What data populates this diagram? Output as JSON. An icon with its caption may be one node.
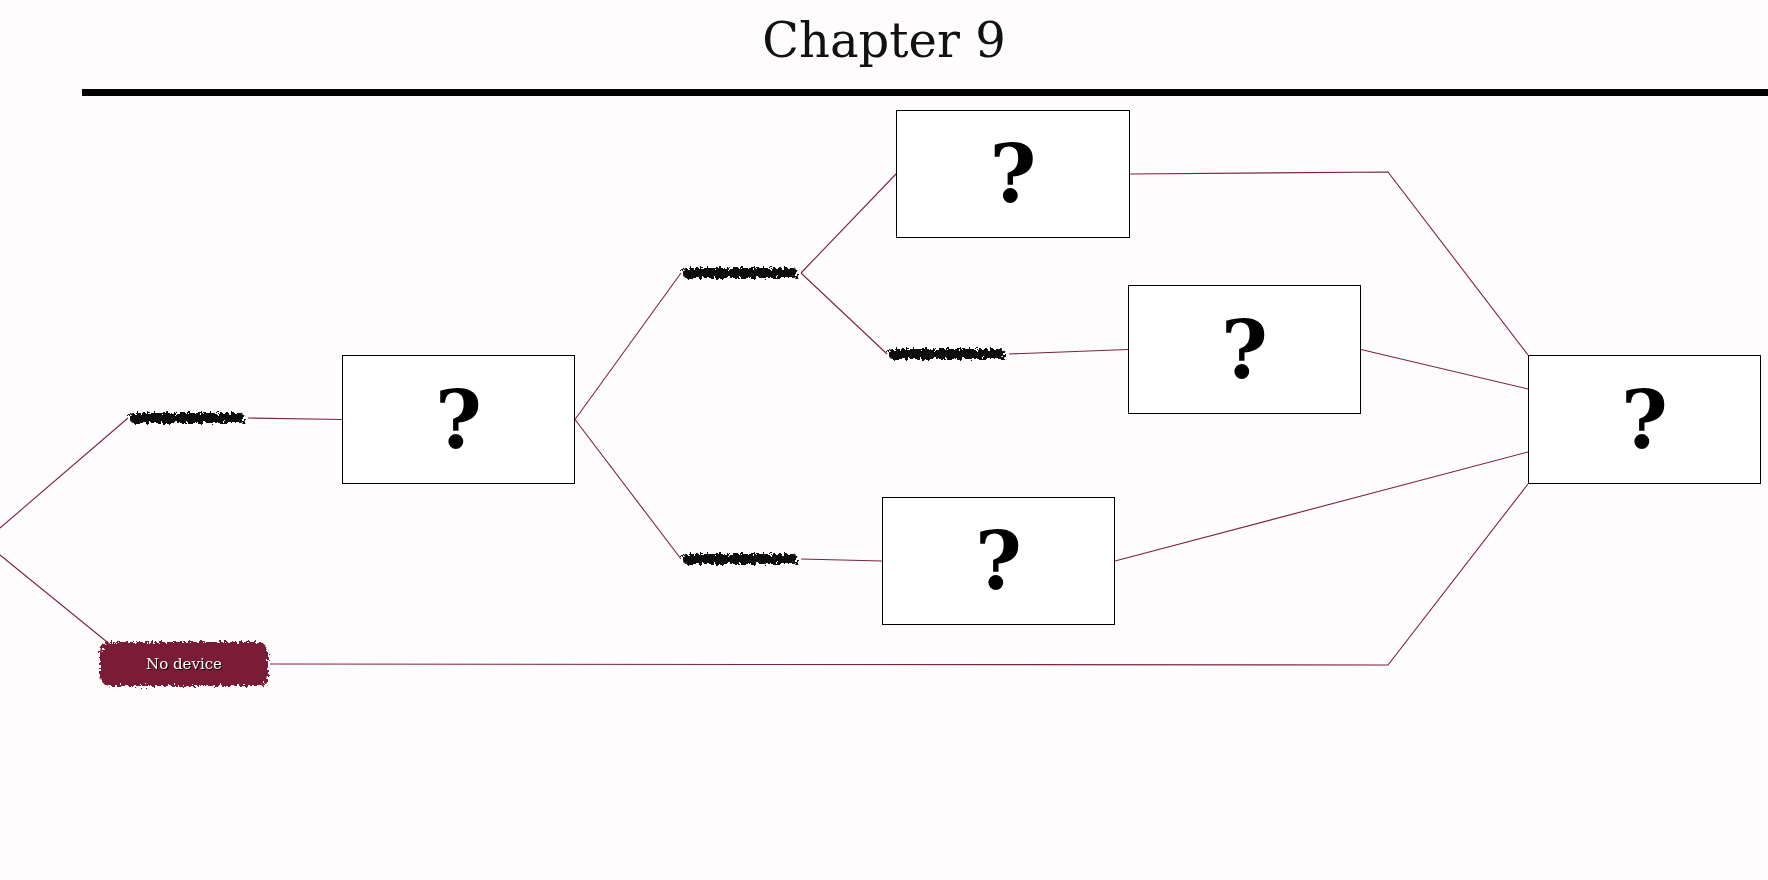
{
  "diagram": {
    "title": "Chapter 9",
    "nodes": [
      {
        "text": [],
        "shape": "bar"
      },
      {
        "text": [
          "No device"
        ]
      },
      {
        "text": [
          "?"
        ]
      },
      {
        "text": [],
        "shape": "bar"
      },
      {
        "text": [],
        "shape": "bar"
      },
      {
        "text": [
          "?"
        ]
      },
      {
        "text": [],
        "shape": "bar"
      },
      {
        "text": [
          "?"
        ]
      },
      {
        "text": [
          "?"
        ]
      },
      {
        "text": [
          "?"
        ]
      }
    ],
    "edges": [
      {
        "from": null,
        "to": 0,
        "arrow": "none"
      },
      {
        "from": null,
        "to": 1,
        "arrow": "none"
      },
      {
        "from": 0,
        "to": 2,
        "arrow": "none"
      },
      {
        "from": 2,
        "to": 3,
        "arrow": "none"
      },
      {
        "from": 2,
        "to": 4,
        "arrow": "none"
      },
      {
        "from": 3,
        "to": 5,
        "arrow": "none"
      },
      {
        "from": 3,
        "to": 6,
        "arrow": "none"
      },
      {
        "from": 6,
        "to": 8,
        "arrow": "none"
      },
      {
        "from": 4,
        "to": 7,
        "arrow": "none"
      },
      {
        "from": 5,
        "to": 9,
        "arrow": "none"
      },
      {
        "from": 8,
        "to": 9,
        "arrow": "none"
      },
      {
        "from": 7,
        "to": 9,
        "arrow": "none"
      },
      {
        "from": 1,
        "to": 9,
        "arrow": "none"
      }
    ]
  }
}
